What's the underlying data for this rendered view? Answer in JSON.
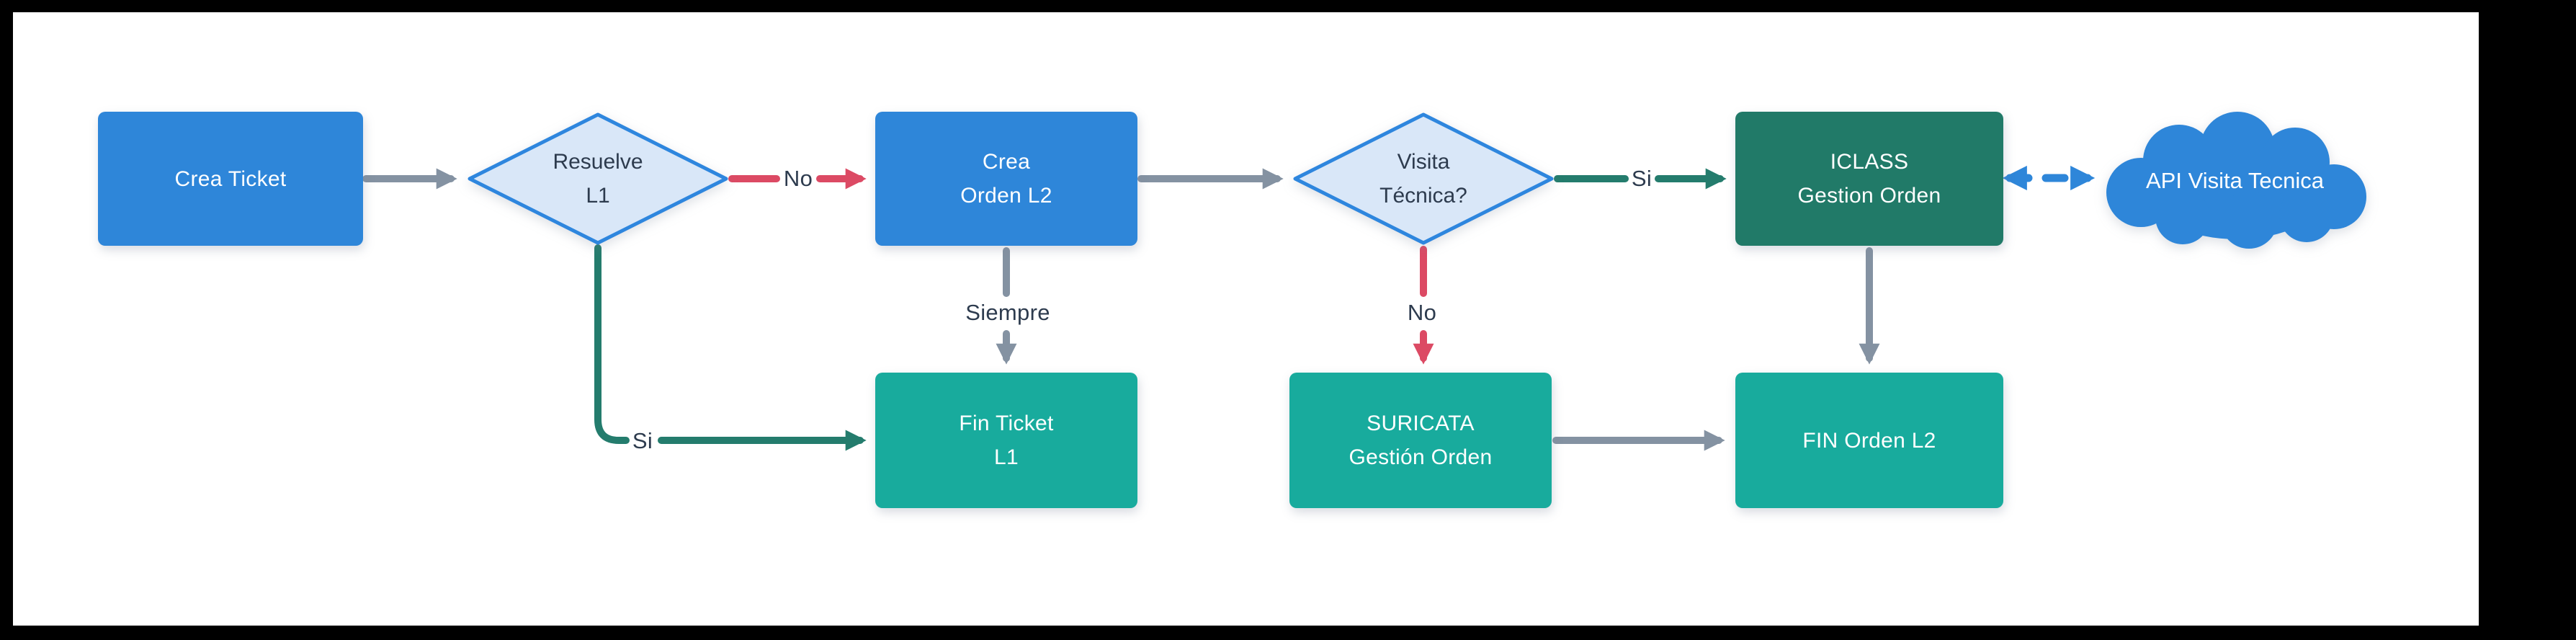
{
  "diagram": {
    "title": "",
    "nodes": {
      "crea_ticket": {
        "type": "process",
        "label": "Crea Ticket",
        "lines": [
          "Crea Ticket"
        ]
      },
      "resuelve_l1": {
        "type": "decision",
        "label": "Resuelve L1",
        "lines": [
          "Resuelve",
          "L1"
        ]
      },
      "crea_orden_l2": {
        "type": "process",
        "label": "Crea Orden L2",
        "lines": [
          "Crea",
          "Orden L2"
        ]
      },
      "visita_tecnica": {
        "type": "decision",
        "label": "Visita Técnica?",
        "lines": [
          "Visita",
          "Técnica?"
        ]
      },
      "iclass": {
        "type": "process",
        "label": "ICLASS Gestion Orden",
        "lines": [
          "ICLASS",
          "Gestion Orden"
        ]
      },
      "api_visita": {
        "type": "cloud",
        "label": "API Visita Tecnica",
        "lines": [
          "API Visita Tecnica"
        ]
      },
      "fin_ticket_l1": {
        "type": "terminal",
        "label": "Fin Ticket L1",
        "lines": [
          "Fin Ticket",
          "L1"
        ]
      },
      "suricata": {
        "type": "terminal",
        "label": "SURICATA Gestión Orden",
        "lines": [
          "SURICATA",
          "Gestión Orden"
        ]
      },
      "fin_orden_l2": {
        "type": "terminal",
        "label": "FIN Orden L2",
        "lines": [
          "FIN Orden L2"
        ]
      }
    },
    "edge_labels": {
      "resuelve_no": "No",
      "resuelve_si": "Si",
      "siempre": "Siempre",
      "visita_si": "Si",
      "visita_no": "No"
    },
    "colors": {
      "process_blue": "#2e86d9",
      "decision_fill": "#d9e7f8",
      "decision_border": "#2e86de",
      "terminal_teal": "#18ab9d",
      "system_green": "#217a68",
      "cloud_blue": "#2e86d9",
      "arrow_gray": "#8492a2",
      "arrow_red": "#dc4a64",
      "arrow_green": "#247c6d",
      "arrow_blue": "#2e86d9",
      "label_text": "#2d3b4e",
      "frame": "#000000",
      "canvas": "#ffffff"
    }
  }
}
